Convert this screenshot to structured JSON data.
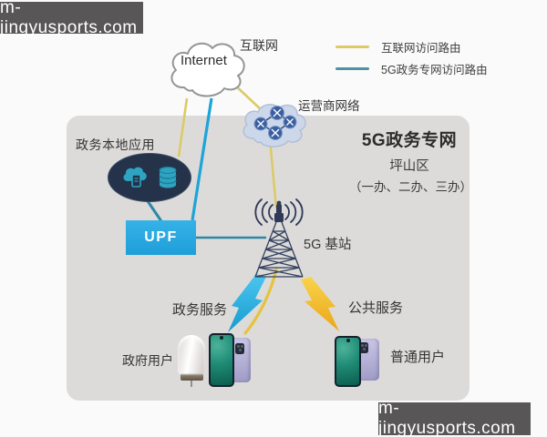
{
  "watermarks": {
    "top_left": "m-jingyusports.com",
    "bottom_right": "m-jingyusports.com"
  },
  "legend": {
    "items": [
      {
        "label": "互联网访问路由",
        "color": "#dcca67"
      },
      {
        "label": "5G政务专网访问路由",
        "color": "#4a92a6"
      }
    ]
  },
  "panel_titles": {
    "title": "5G政务专网",
    "subtitle": "坪山区",
    "subtitle2": "（一办、二办、三办）"
  },
  "nodes": {
    "internet_cloud": {
      "text": "Internet",
      "label": "互联网"
    },
    "carrier_cloud": {
      "label": "运营商网络"
    },
    "local_app": {
      "label": "政务本地应用"
    },
    "upf": {
      "label": "UPF"
    },
    "base_station": {
      "label": "5G 基站"
    }
  },
  "services": {
    "gov_service": "政务服务",
    "public_service": "公共服务"
  },
  "users": {
    "gov_user": "政府用户",
    "normal_user": "普通用户"
  },
  "colors": {
    "internet_route_yellow": "#dcca67",
    "private_route_teal": "#2d87a6",
    "bright_cyan_link": "#1da4d8",
    "upf_blue": "#29a9e1",
    "panel_gray": "#dcdbd9",
    "ellipse_navy": "#243349",
    "icon_teal": "#2fa3c2",
    "tower_navy": "#2e3a58",
    "bolt_cyan": "#2bb3e6",
    "bolt_yellow": "#f0b929",
    "watermark_gray": "#595657"
  }
}
